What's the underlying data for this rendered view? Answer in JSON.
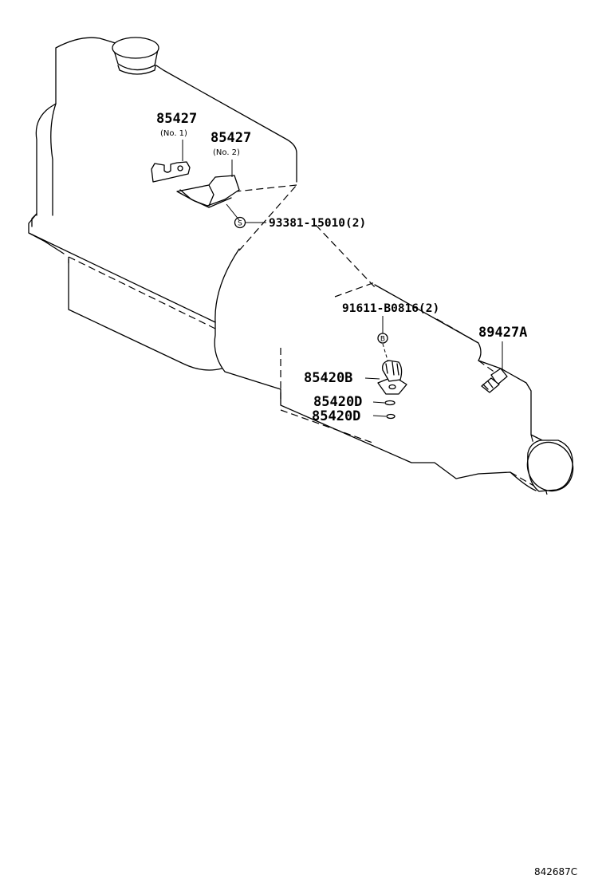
{
  "labels": {
    "bracket_no1": {
      "number": "85427",
      "note": "(No. 1)"
    },
    "bracket_no2": {
      "number": "85427",
      "note": "(No. 2)"
    },
    "screw": {
      "number": "93381-15010(2)",
      "symbol": "S"
    },
    "bolt": {
      "number": "91611-B0816(2)",
      "symbol": "B"
    },
    "motor": {
      "number": "85420B"
    },
    "gasket_1": {
      "number": "85420D"
    },
    "gasket_2": {
      "number": "85420D"
    },
    "level_sensor": {
      "number": "89427A"
    }
  },
  "figure_ref": "842687C",
  "colors": {
    "ink": "#000000",
    "paper": "#ffffff"
  }
}
